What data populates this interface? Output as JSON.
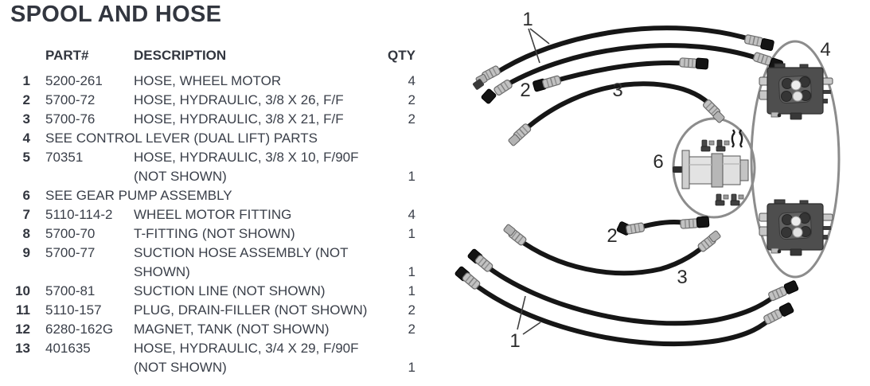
{
  "title": "SPOOL AND HOSE",
  "table": {
    "headers": {
      "part": "PART#",
      "description": "DESCRIPTION",
      "qty": "QTY"
    },
    "rows": [
      {
        "item": "1",
        "part": "5200-261",
        "description": "HOSE, WHEEL MOTOR",
        "qty": "4"
      },
      {
        "item": "2",
        "part": "5700-72",
        "description": "HOSE, HYDRAULIC, 3/8 X 26, F/F",
        "qty": "2"
      },
      {
        "item": "3",
        "part": "5700-76",
        "description": "HOSE, HYDRAULIC, 3/8 X 21, F/F",
        "qty": "2"
      },
      {
        "item": "4",
        "part": "",
        "description": "SEE CONTROL LEVER (DUAL LIFT) PARTS",
        "qty": ""
      },
      {
        "item": "5",
        "part": "70351",
        "description": "HOSE, HYDRAULIC, 3/8 X 10, F/90F (NOT SHOWN)",
        "qty": "1"
      },
      {
        "item": "6",
        "part": "",
        "description": "SEE GEAR PUMP ASSEMBLY",
        "qty": ""
      },
      {
        "item": "7",
        "part": "5110-114-2",
        "description": "WHEEL MOTOR FITTING",
        "qty": "4"
      },
      {
        "item": "8",
        "part": "5700-70",
        "description": "T-FITTING (NOT SHOWN)",
        "qty": "1"
      },
      {
        "item": "9",
        "part": "5700-77",
        "description": "SUCTION HOSE ASSEMBLY (NOT SHOWN)",
        "qty": "1"
      },
      {
        "item": "10",
        "part": "5700-81",
        "description": "SUCTION LINE (NOT SHOWN)",
        "qty": "1"
      },
      {
        "item": "11",
        "part": "5110-157",
        "description": "PLUG, DRAIN-FILLER (NOT SHOWN)",
        "qty": "2"
      },
      {
        "item": "12",
        "part": "6280-162G",
        "description": "MAGNET, TANK (NOT SHOWN)",
        "qty": "2"
      },
      {
        "item": "13",
        "part": "401635",
        "description": "HOSE, HYDRAULIC, 3/4 X 29, F/90F (NOT SHOWN)",
        "qty": "1"
      }
    ]
  },
  "diagram": {
    "callouts": {
      "c1_top": "1",
      "c2_top": "2",
      "c3_top": "3",
      "c4": "4",
      "c6": "6",
      "c2_bottom": "2",
      "c3_bottom": "3",
      "c1_bottom": "1"
    }
  },
  "colors": {
    "text": "#32363f",
    "hose_black": "#161616",
    "ferrule_silver": "#c2c2c2",
    "group_outline_gray": "#8c8c8c",
    "valve_body_gray": "#4e4e4e"
  }
}
